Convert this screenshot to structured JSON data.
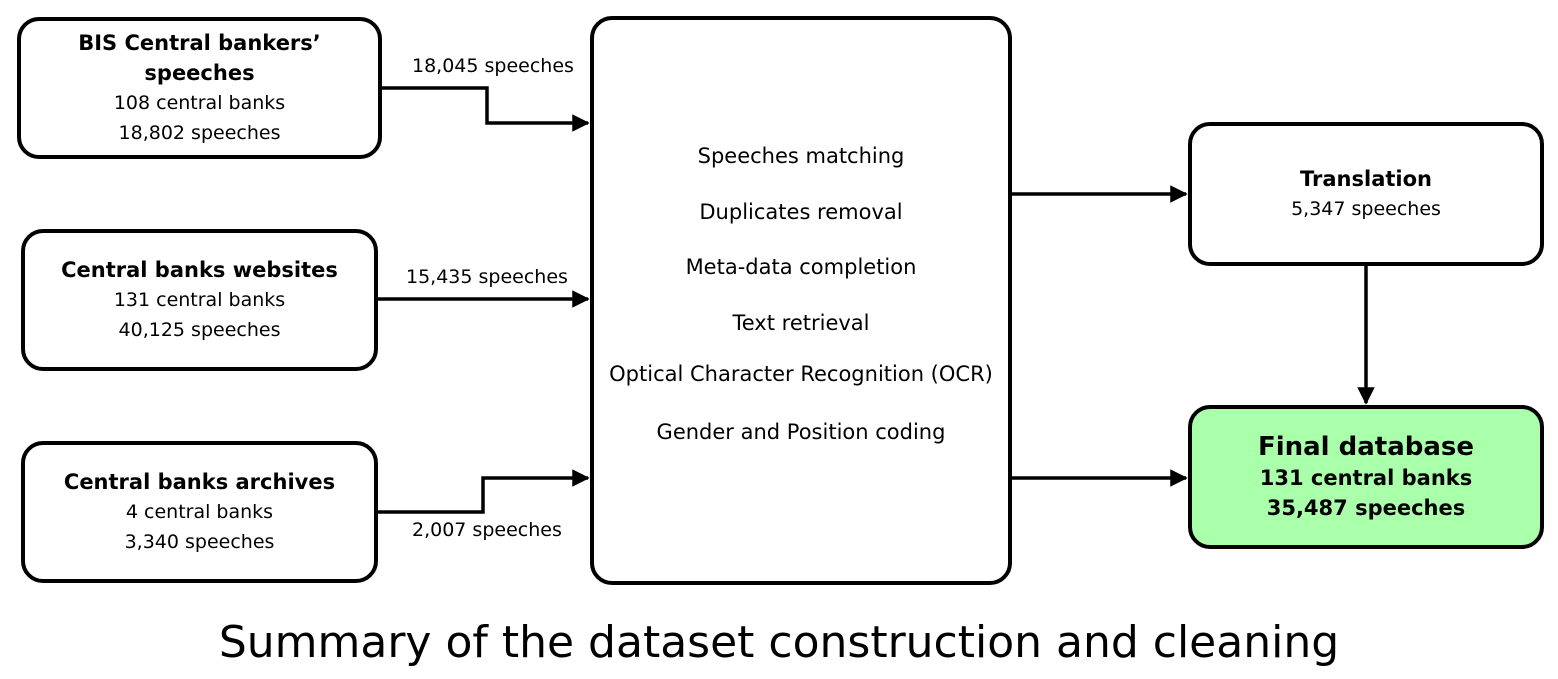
{
  "sources": [
    {
      "title": "BIS Central bankers’ speeches",
      "banks": "108 central banks",
      "speeches": "18,802 speeches"
    },
    {
      "title": "Central banks websites",
      "banks": "131 central banks",
      "speeches": "40,125 speeches"
    },
    {
      "title": "Central banks archives",
      "banks": "4 central banks",
      "speeches": "3,340 speeches"
    }
  ],
  "edges": {
    "bis": "18,045 speeches",
    "websites": "15,435 speeches",
    "archives": "2,007 speeches"
  },
  "process_steps": [
    "Speeches matching",
    "Duplicates removal",
    "Meta-data completion",
    "Text retrieval",
    "Optical Character Recognition (OCR)",
    "Gender and Position coding"
  ],
  "translation": {
    "title": "Translation",
    "speeches": "5,347 speeches"
  },
  "final": {
    "title": "Final database",
    "banks": "131 central banks",
    "speeches": "35,487 speeches"
  },
  "caption": "Summary of the dataset construction and cleaning",
  "colors": {
    "final_fill": "#aaffaa",
    "stroke": "#000000"
  }
}
